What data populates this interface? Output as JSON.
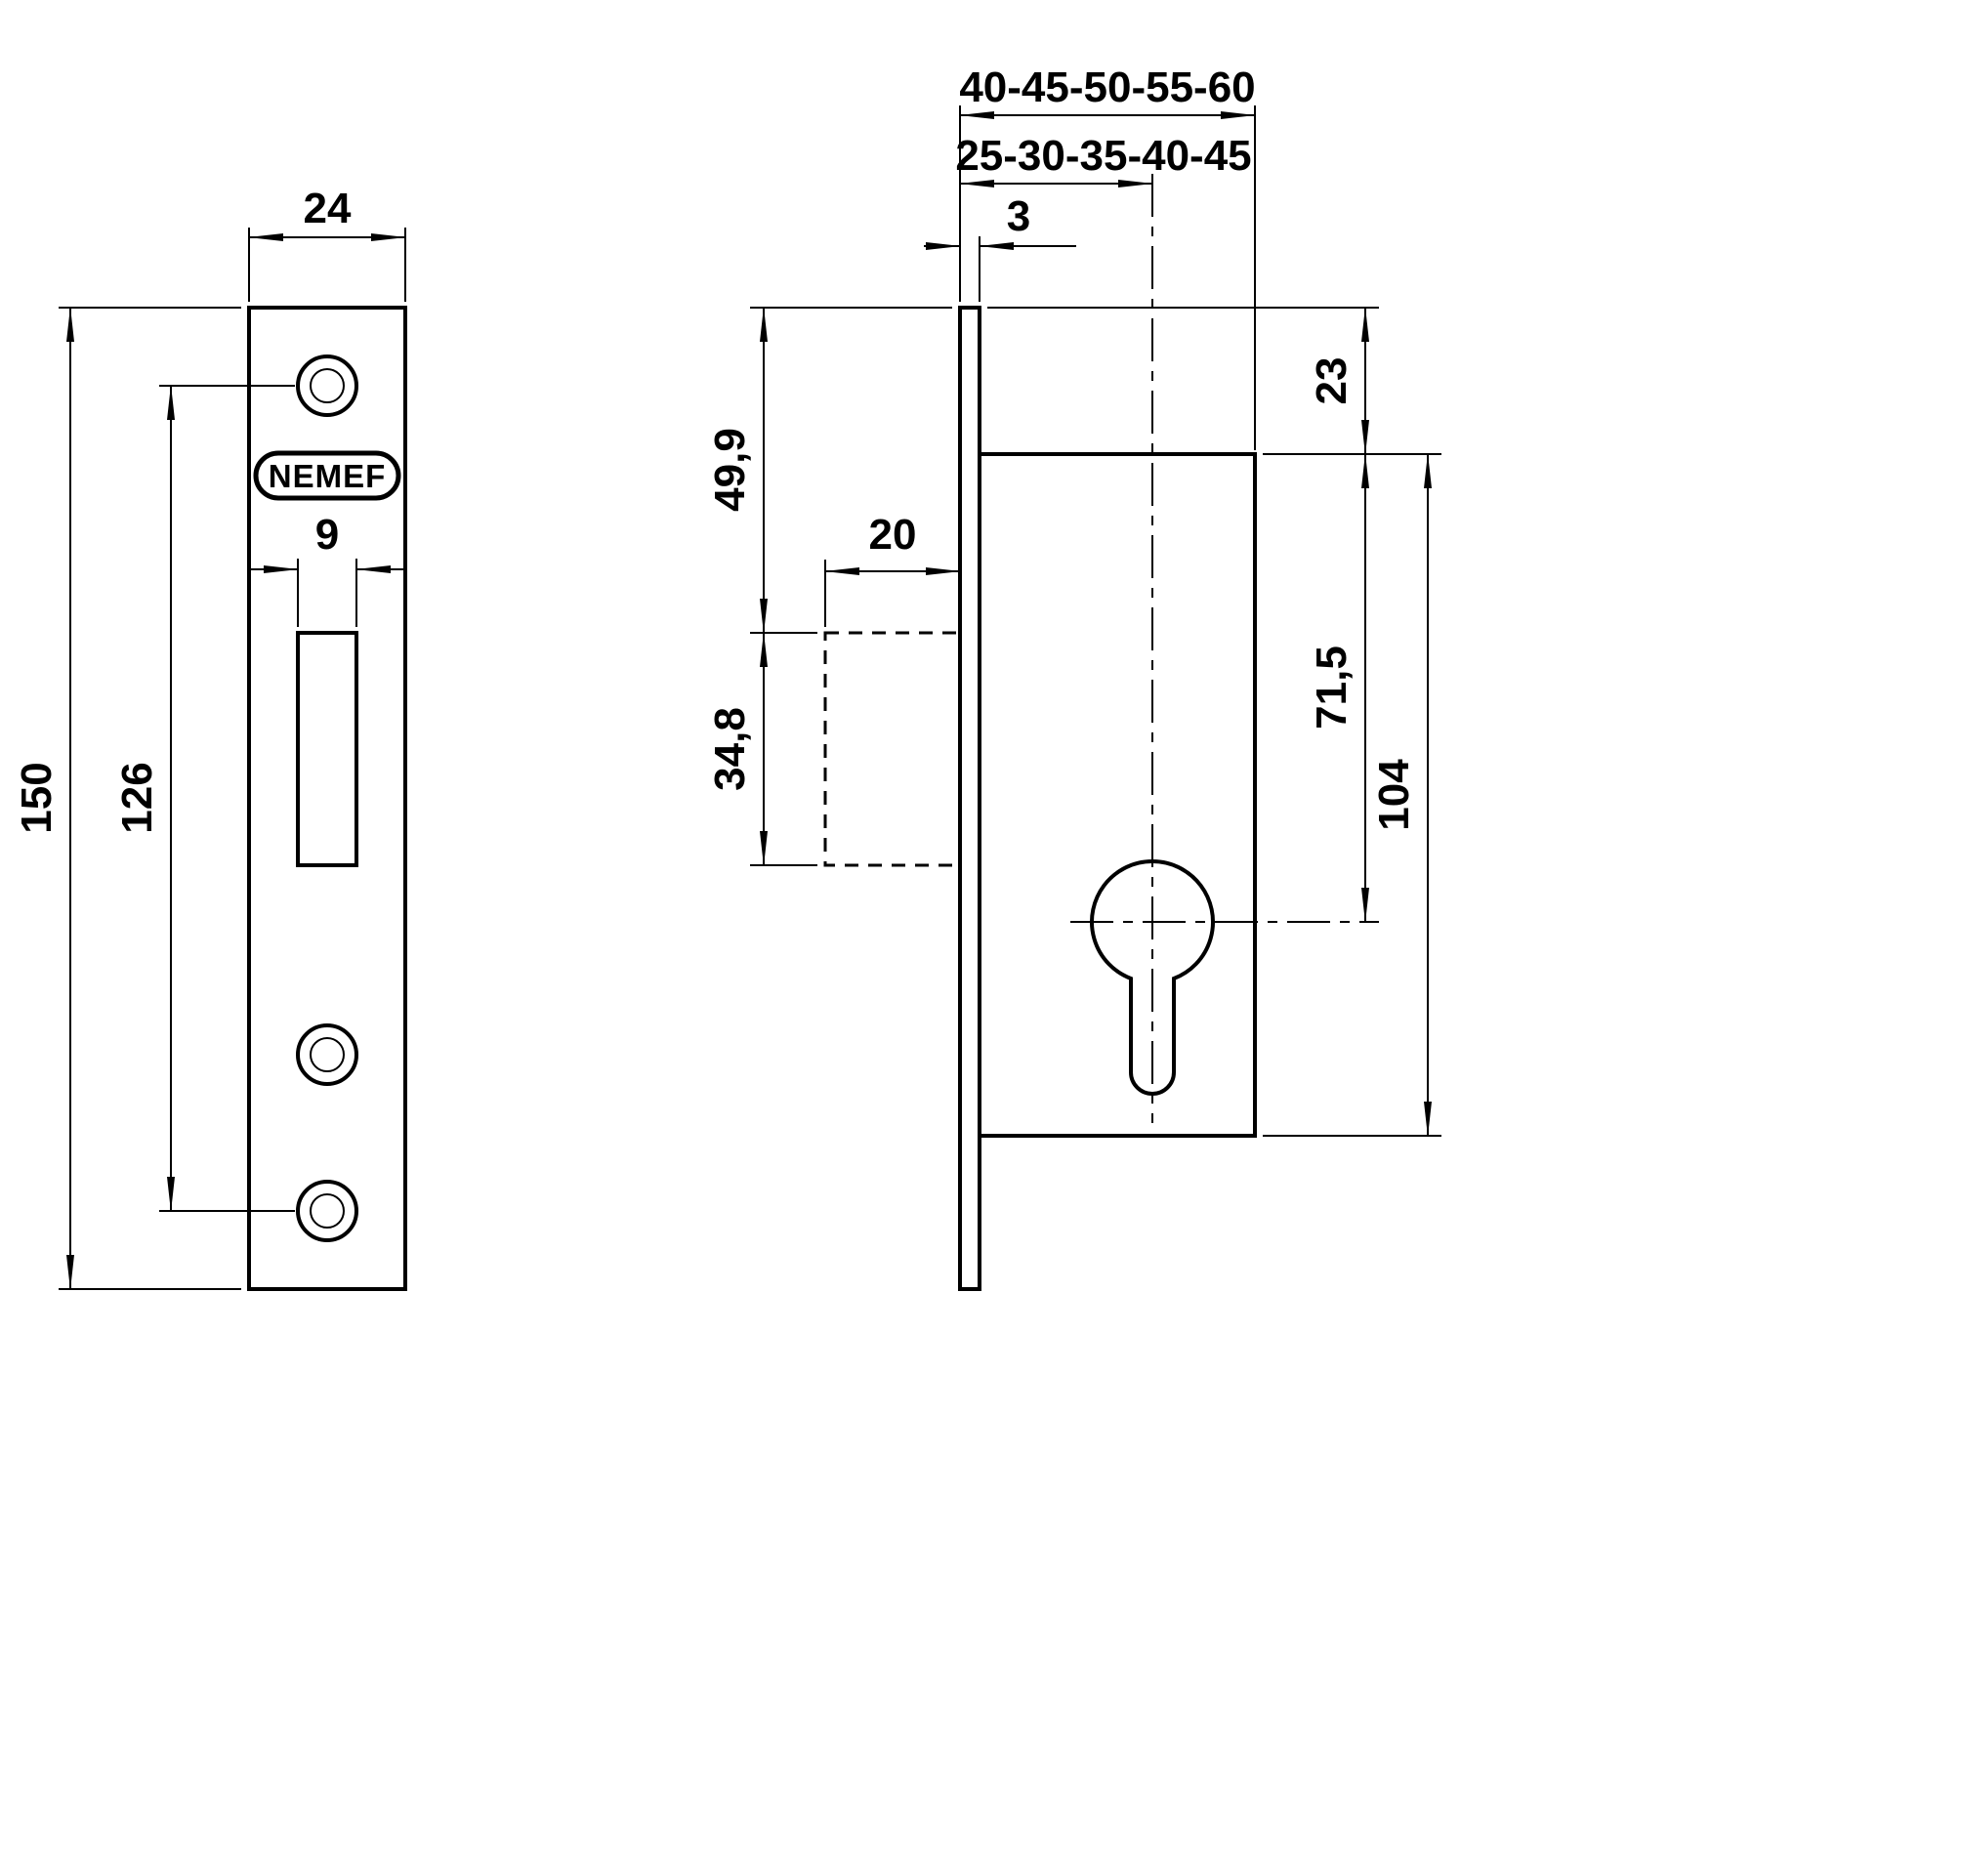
{
  "drawing": {
    "brand_label": "NEMEF",
    "front_view": {
      "dim_width": "24",
      "dim_height": "150",
      "dim_hole_spacing": "126",
      "dim_slot_width": "9"
    },
    "side_view": {
      "dim_case_depth_range": "40-45-50-55-60",
      "dim_backset_range": "25-30-35-40-45",
      "dim_faceplate_thickness": "3",
      "dim_bolt_depth": "20",
      "dim_top_to_bolt": "49,9",
      "dim_bolt_height": "34,8",
      "dim_top_to_case": "23",
      "dim_case_top_to_cylinder": "71,5",
      "dim_case_height": "104"
    }
  }
}
